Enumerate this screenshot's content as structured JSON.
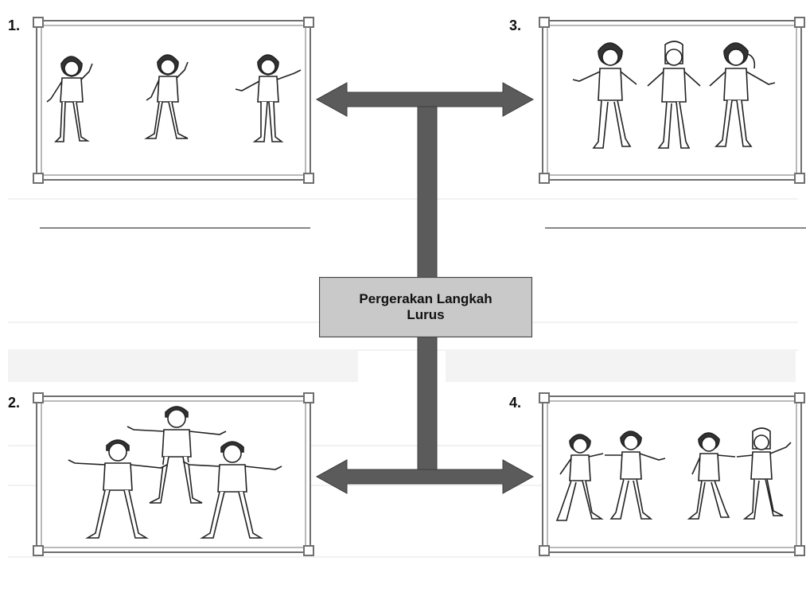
{
  "panels": [
    {
      "number": "1.",
      "description": "Three children standing, stepping and extending arms"
    },
    {
      "number": "2.",
      "description": "Three boys standing with arms stretched out sideways"
    },
    {
      "number": "3.",
      "description": "Three girls walking together with linked hands"
    },
    {
      "number": "4.",
      "description": "Children walking in pairs holding hands"
    }
  ],
  "center": {
    "line1": "Pergerakan Langkah",
    "line2": "Lurus"
  },
  "colors": {
    "arrow": "#5b5b5b",
    "frame": "#6f6f6f",
    "center_box": "#c9c9c9"
  }
}
